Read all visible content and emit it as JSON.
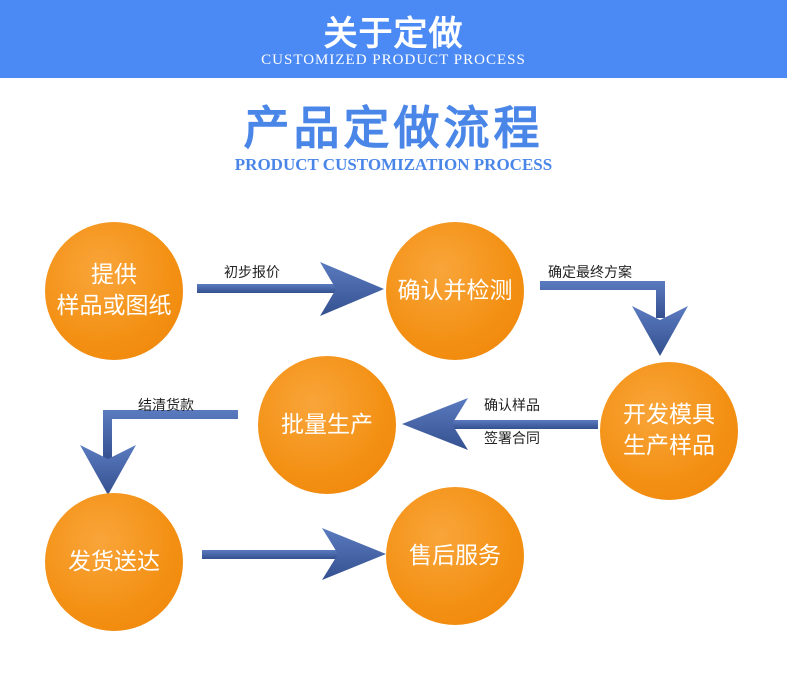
{
  "header": {
    "title": "关于定做",
    "subtitle": "CUSTOMIZED PRODUCT PROCESS"
  },
  "section": {
    "title": "产品定做流程",
    "subtitle": "PRODUCT CUSTOMIZATION PROCESS"
  },
  "steps": [
    {
      "line1": "提供",
      "line2": "样品或图纸"
    },
    {
      "line1": "确认并检测"
    },
    {
      "line1": "开发模具",
      "line2": "生产样品"
    },
    {
      "line1": "批量生产"
    },
    {
      "line1": "发货送达"
    },
    {
      "line1": "售后服务"
    }
  ],
  "arrow_labels": {
    "quote": "初步报价",
    "confirm_plan": "确定最终方案",
    "confirm_sample": "确认样品",
    "sign_contract": "签署合同",
    "settle_payment": "结清货款"
  },
  "colors": {
    "banner": "#4b8af5",
    "title": "#4a86e8",
    "circle": "#f39013",
    "arrow": "#3e5a9e"
  }
}
